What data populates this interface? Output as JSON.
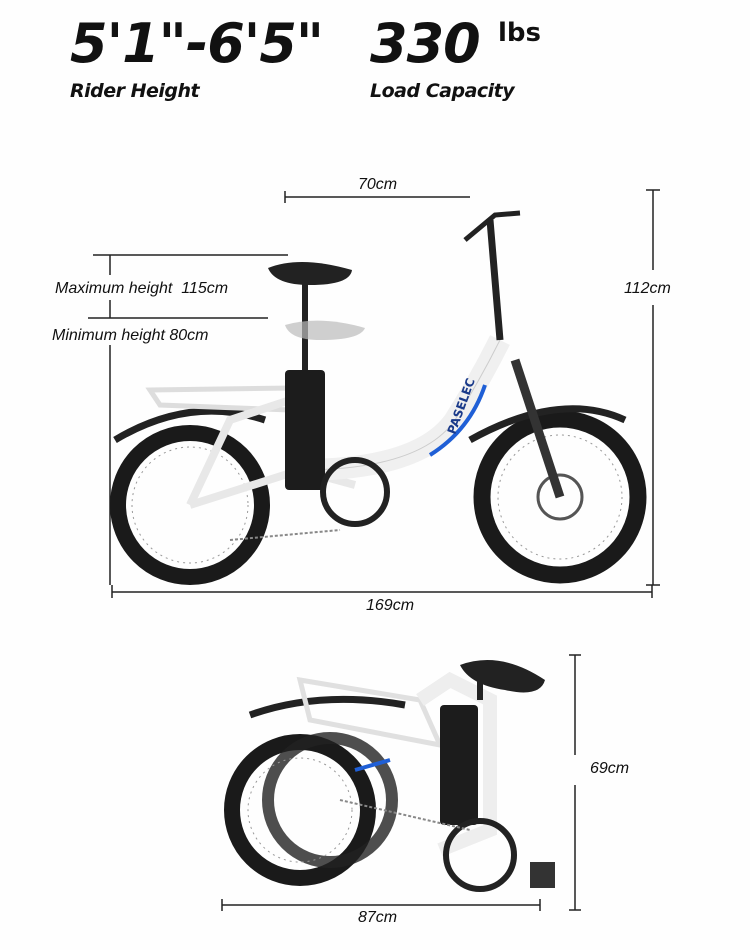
{
  "header": {
    "rider_height_value": "5'1\"-6'5\"",
    "rider_height_label": "Rider Height",
    "load_capacity_value": "330",
    "load_capacity_unit": "lbs",
    "load_capacity_label": "Load Capacity"
  },
  "unfolded": {
    "handlebar_reach": "70cm",
    "total_height": "112cm",
    "max_seat_height": "Maximum height  115cm",
    "min_seat_height": "Minimum height 80cm",
    "total_length": "169cm",
    "brand_logo": "PASELEC"
  },
  "folded": {
    "height": "69cm",
    "length": "87cm"
  },
  "colors": {
    "frame": "#f2f2f2",
    "accent": "#1f5fd6",
    "tire": "#1a1a1a",
    "text": "#111111"
  }
}
